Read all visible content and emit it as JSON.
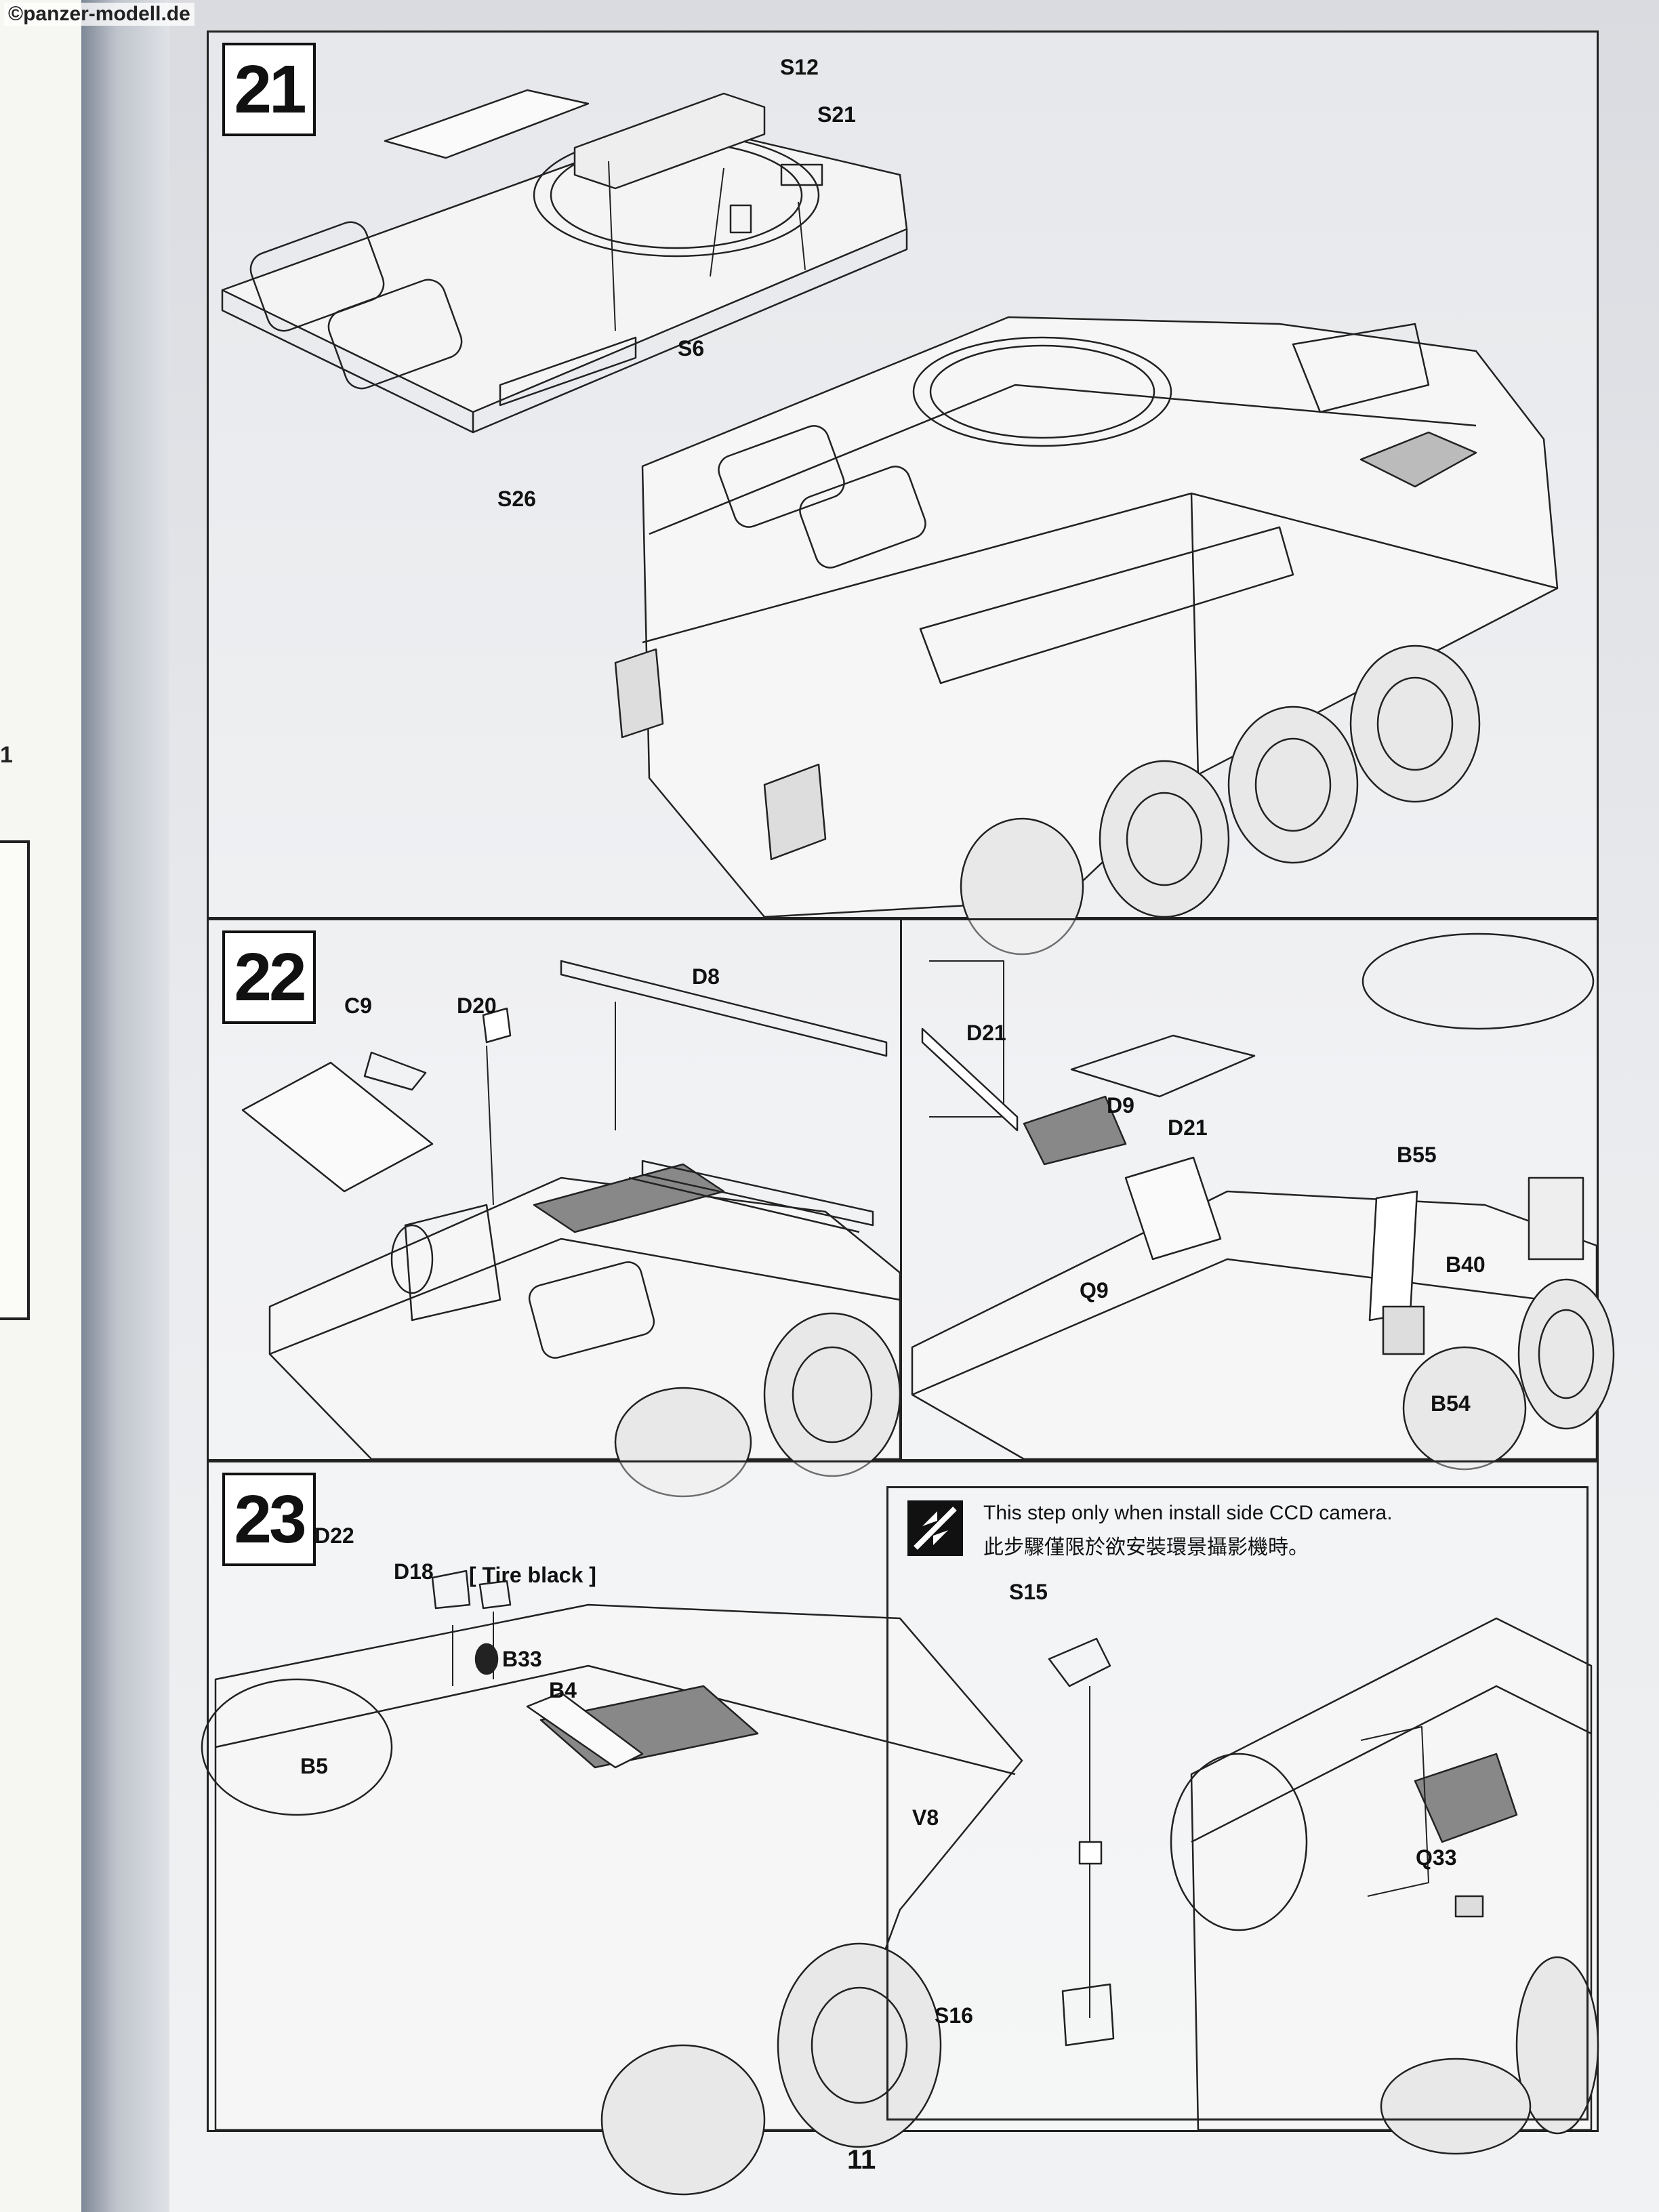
{
  "watermark": "©panzer-modell.de",
  "left_page": {
    "fragment": "1"
  },
  "page_number": "11",
  "steps": [
    {
      "number": "21",
      "parts": [
        "S12",
        "S21",
        "S6",
        "S26"
      ]
    },
    {
      "number": "22",
      "parts_left": [
        "C9",
        "D20",
        "D8"
      ],
      "parts_right": [
        "D21",
        "D9",
        "D21",
        "B55",
        "B40",
        "Q9",
        "B54"
      ]
    },
    {
      "number": "23",
      "parts": [
        "D22",
        "D18",
        "B33",
        "B4",
        "B5"
      ],
      "paint_note": "[ Tire black ]"
    }
  ],
  "optional_step": {
    "icon": "optional-step-icon",
    "text_en": "This step only when install side CCD camera.",
    "text_zh": "此步驟僅限於欲安裝環景攝影機時。",
    "parts": [
      "S15",
      "V8",
      "S16",
      "Q33"
    ]
  },
  "colors": {
    "line_art": "#222222",
    "paper": "#ebedf0",
    "background": "#8c97a6"
  }
}
